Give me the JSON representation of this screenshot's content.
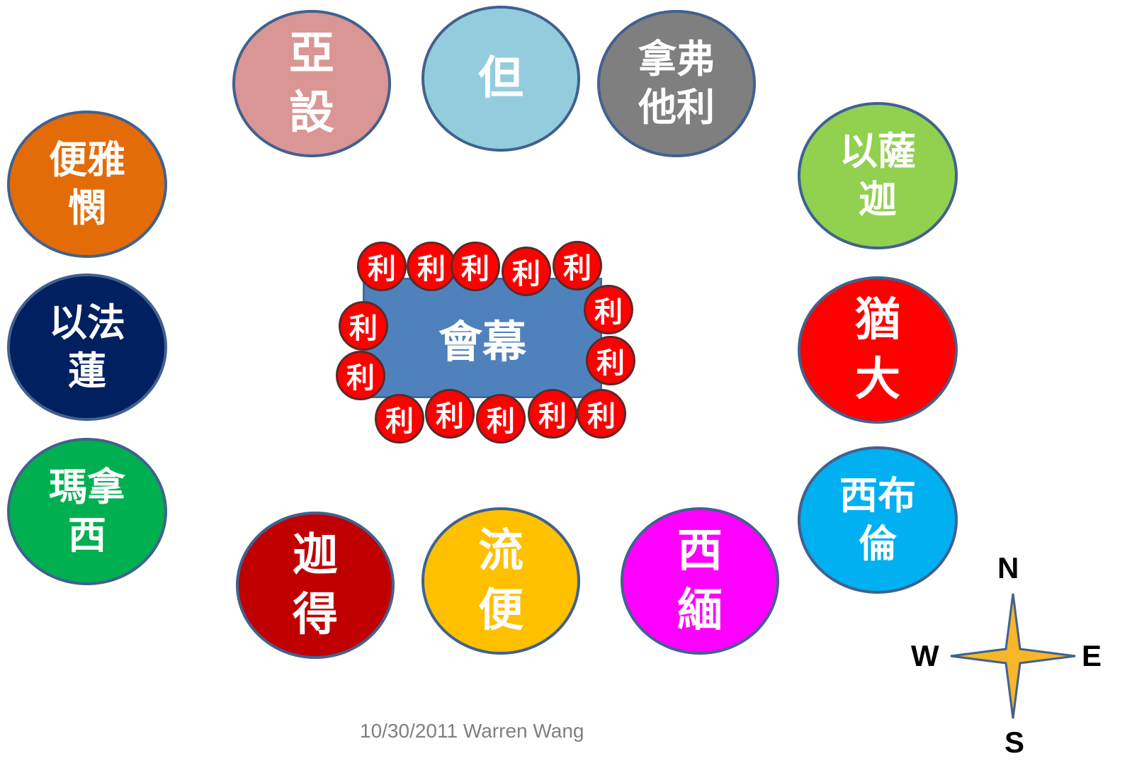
{
  "tribes": {
    "asher": {
      "label": "亞\n設",
      "color": "#d99694"
    },
    "dan": {
      "label": "但",
      "color": "#93cddd"
    },
    "naphtali": {
      "label": "拿弗\n他利",
      "color": "#7f7f7f"
    },
    "benjamin": {
      "label": "便雅\n憫",
      "color": "#e36c09"
    },
    "ephraim": {
      "label": "以法\n蓮",
      "color": "#002060"
    },
    "manasseh": {
      "label": "瑪拿\n西",
      "color": "#00b050"
    },
    "issachar": {
      "label": "以薩\n迦",
      "color": "#92d050"
    },
    "judah": {
      "label": "猶\n大",
      "color": "#ff0000"
    },
    "zebulun": {
      "label": "西布\n倫",
      "color": "#00b0f0"
    },
    "gad": {
      "label": "迦\n得",
      "color": "#c00000"
    },
    "reuben": {
      "label": "流\n便",
      "color": "#ffc000"
    },
    "simeon": {
      "label": "西\n緬",
      "color": "#ff00ff"
    }
  },
  "tabernacle": {
    "label": "會幕",
    "color": "#4f81bd"
  },
  "levite_label": "利",
  "compass": {
    "n": "N",
    "s": "S",
    "e": "E",
    "w": "W",
    "star_color": "#f7b728"
  },
  "footer": "10/30/2011 Warren Wang"
}
